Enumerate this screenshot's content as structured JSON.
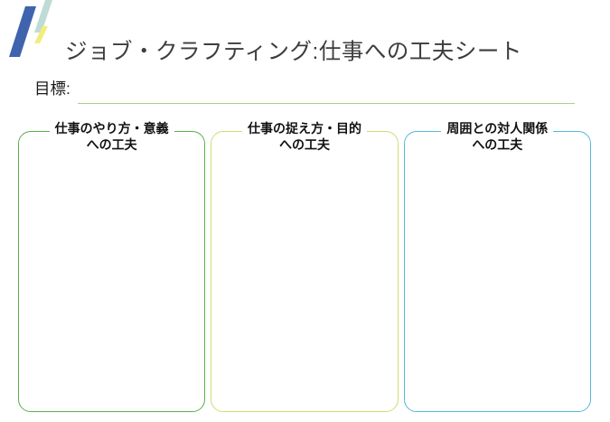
{
  "header": {
    "title": "ジョブ・クラフティング:仕事への工夫シート",
    "logo": {
      "description": "three-diagonal-bars-logo",
      "colors": {
        "blue": "#4063ae",
        "teal": "#bfdbd6",
        "yellow": "#f0ee7e"
      }
    }
  },
  "goal": {
    "label": "目標:",
    "value": "",
    "underline_color": "#a9d18e"
  },
  "boxes": [
    {
      "id": "work-method",
      "title_line1": "仕事のやり方・意義",
      "title_line2": "への工夫",
      "border_color": "#5aaf4b",
      "content": ""
    },
    {
      "id": "work-perception",
      "title_line1": "仕事の捉え方・目的",
      "title_line2": "への工夫",
      "border_color": "#d3da74",
      "content": ""
    },
    {
      "id": "relationships",
      "title_line1": "周囲との対人関係",
      "title_line2": "への工夫",
      "border_color": "#55b8d9",
      "content": ""
    }
  ]
}
